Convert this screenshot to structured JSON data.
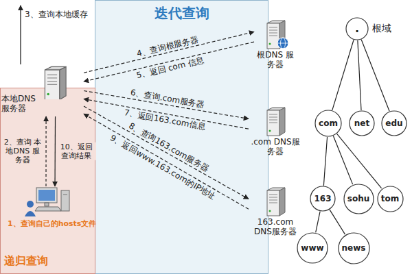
{
  "diagram": {
    "nodes": [
      {
        "text": [
          "迭代查询"
        ]
      },
      {
        "text": [
          "本地DNS 服务器"
        ]
      },
      {
        "text": [
          "根DNS 服务器"
        ]
      },
      {
        "text": [
          ".com DNS服务器"
        ]
      },
      {
        "text": [
          "163.com DNS服务器"
        ]
      },
      {
        "text": [
          "递归查询"
        ]
      },
      {
        "text": [
          "1、查询自己的hosts文件"
        ],
        "in": 5
      },
      {
        "text": [
          "."
        ]
      },
      {
        "text": [
          "com"
        ]
      },
      {
        "text": [
          "net"
        ]
      },
      {
        "text": [
          "edu"
        ]
      },
      {
        "text": [
          "163"
        ]
      },
      {
        "text": [
          "sohu"
        ]
      },
      {
        "text": [
          "tom"
        ]
      },
      {
        "text": [
          "www"
        ]
      },
      {
        "text": [
          "news"
        ]
      }
    ],
    "edges": [
      {
        "from": 1,
        "to": 2,
        "label": "4、查询根服务器",
        "arrow": "to"
      },
      {
        "from": 2,
        "to": 1,
        "label": "5、返回 com 信息",
        "arrow": "to"
      },
      {
        "from": 1,
        "to": 3,
        "label": "6、查询.com服务器",
        "arrow": "to"
      },
      {
        "from": 3,
        "to": 1,
        "label": "7、返回163.com信息",
        "arrow": "to"
      },
      {
        "from": 1,
        "to": 4,
        "label": "8、查询163.com服务器",
        "arrow": "to"
      },
      {
        "from": 4,
        "to": 1,
        "label": "9、返回www.163.com的IP地址",
        "arrow": "to"
      },
      {
        "from": 6,
        "to": 1,
        "label": "2、查询 本地DNS 服务器",
        "arrow": "to"
      },
      {
        "from": 1,
        "to": 6,
        "label": "10、返回 查询结果",
        "arrow": "to"
      },
      {
        "from": 7,
        "to": 8,
        "arrow": "none"
      },
      {
        "from": 7,
        "to": 9,
        "arrow": "none"
      },
      {
        "from": 7,
        "to": 10,
        "arrow": "none"
      },
      {
        "from": 8,
        "to": 11,
        "arrow": "none"
      },
      {
        "from": 8,
        "to": 12,
        "arrow": "none"
      },
      {
        "from": 8,
        "to": 13,
        "arrow": "none"
      },
      {
        "from": 11,
        "to": 14,
        "arrow": "none"
      },
      {
        "from": 11,
        "to": 15,
        "arrow": "none"
      }
    ],
    "labels": [
      "3、查询本地缓存",
      "根域"
    ]
  }
}
